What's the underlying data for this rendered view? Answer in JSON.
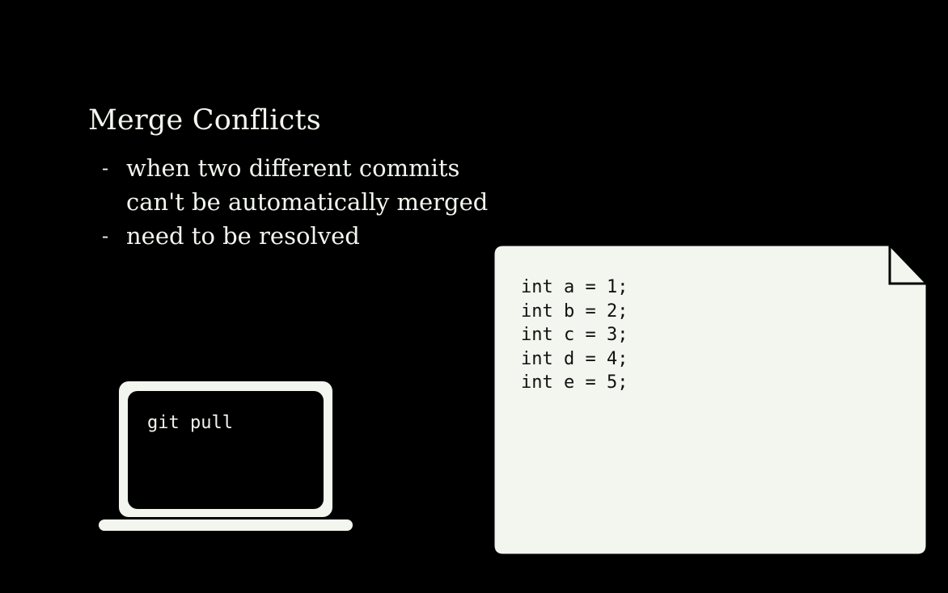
{
  "slide": {
    "title": "Merge Conflicts",
    "bullets": [
      {
        "dash": "-",
        "text": "when two different commits\ncan't be automatically merged"
      },
      {
        "dash": "-",
        "text": "need to be resolved"
      }
    ]
  },
  "laptop": {
    "terminal_command": "git pull"
  },
  "document": {
    "code_lines": [
      "int a = 1;",
      "int b = 2;",
      "int c = 3;",
      "int d = 4;",
      "int e = 5;"
    ]
  },
  "colors": {
    "background": "#000000",
    "foreground": "#f2f6ee",
    "code_text": "#111111"
  }
}
